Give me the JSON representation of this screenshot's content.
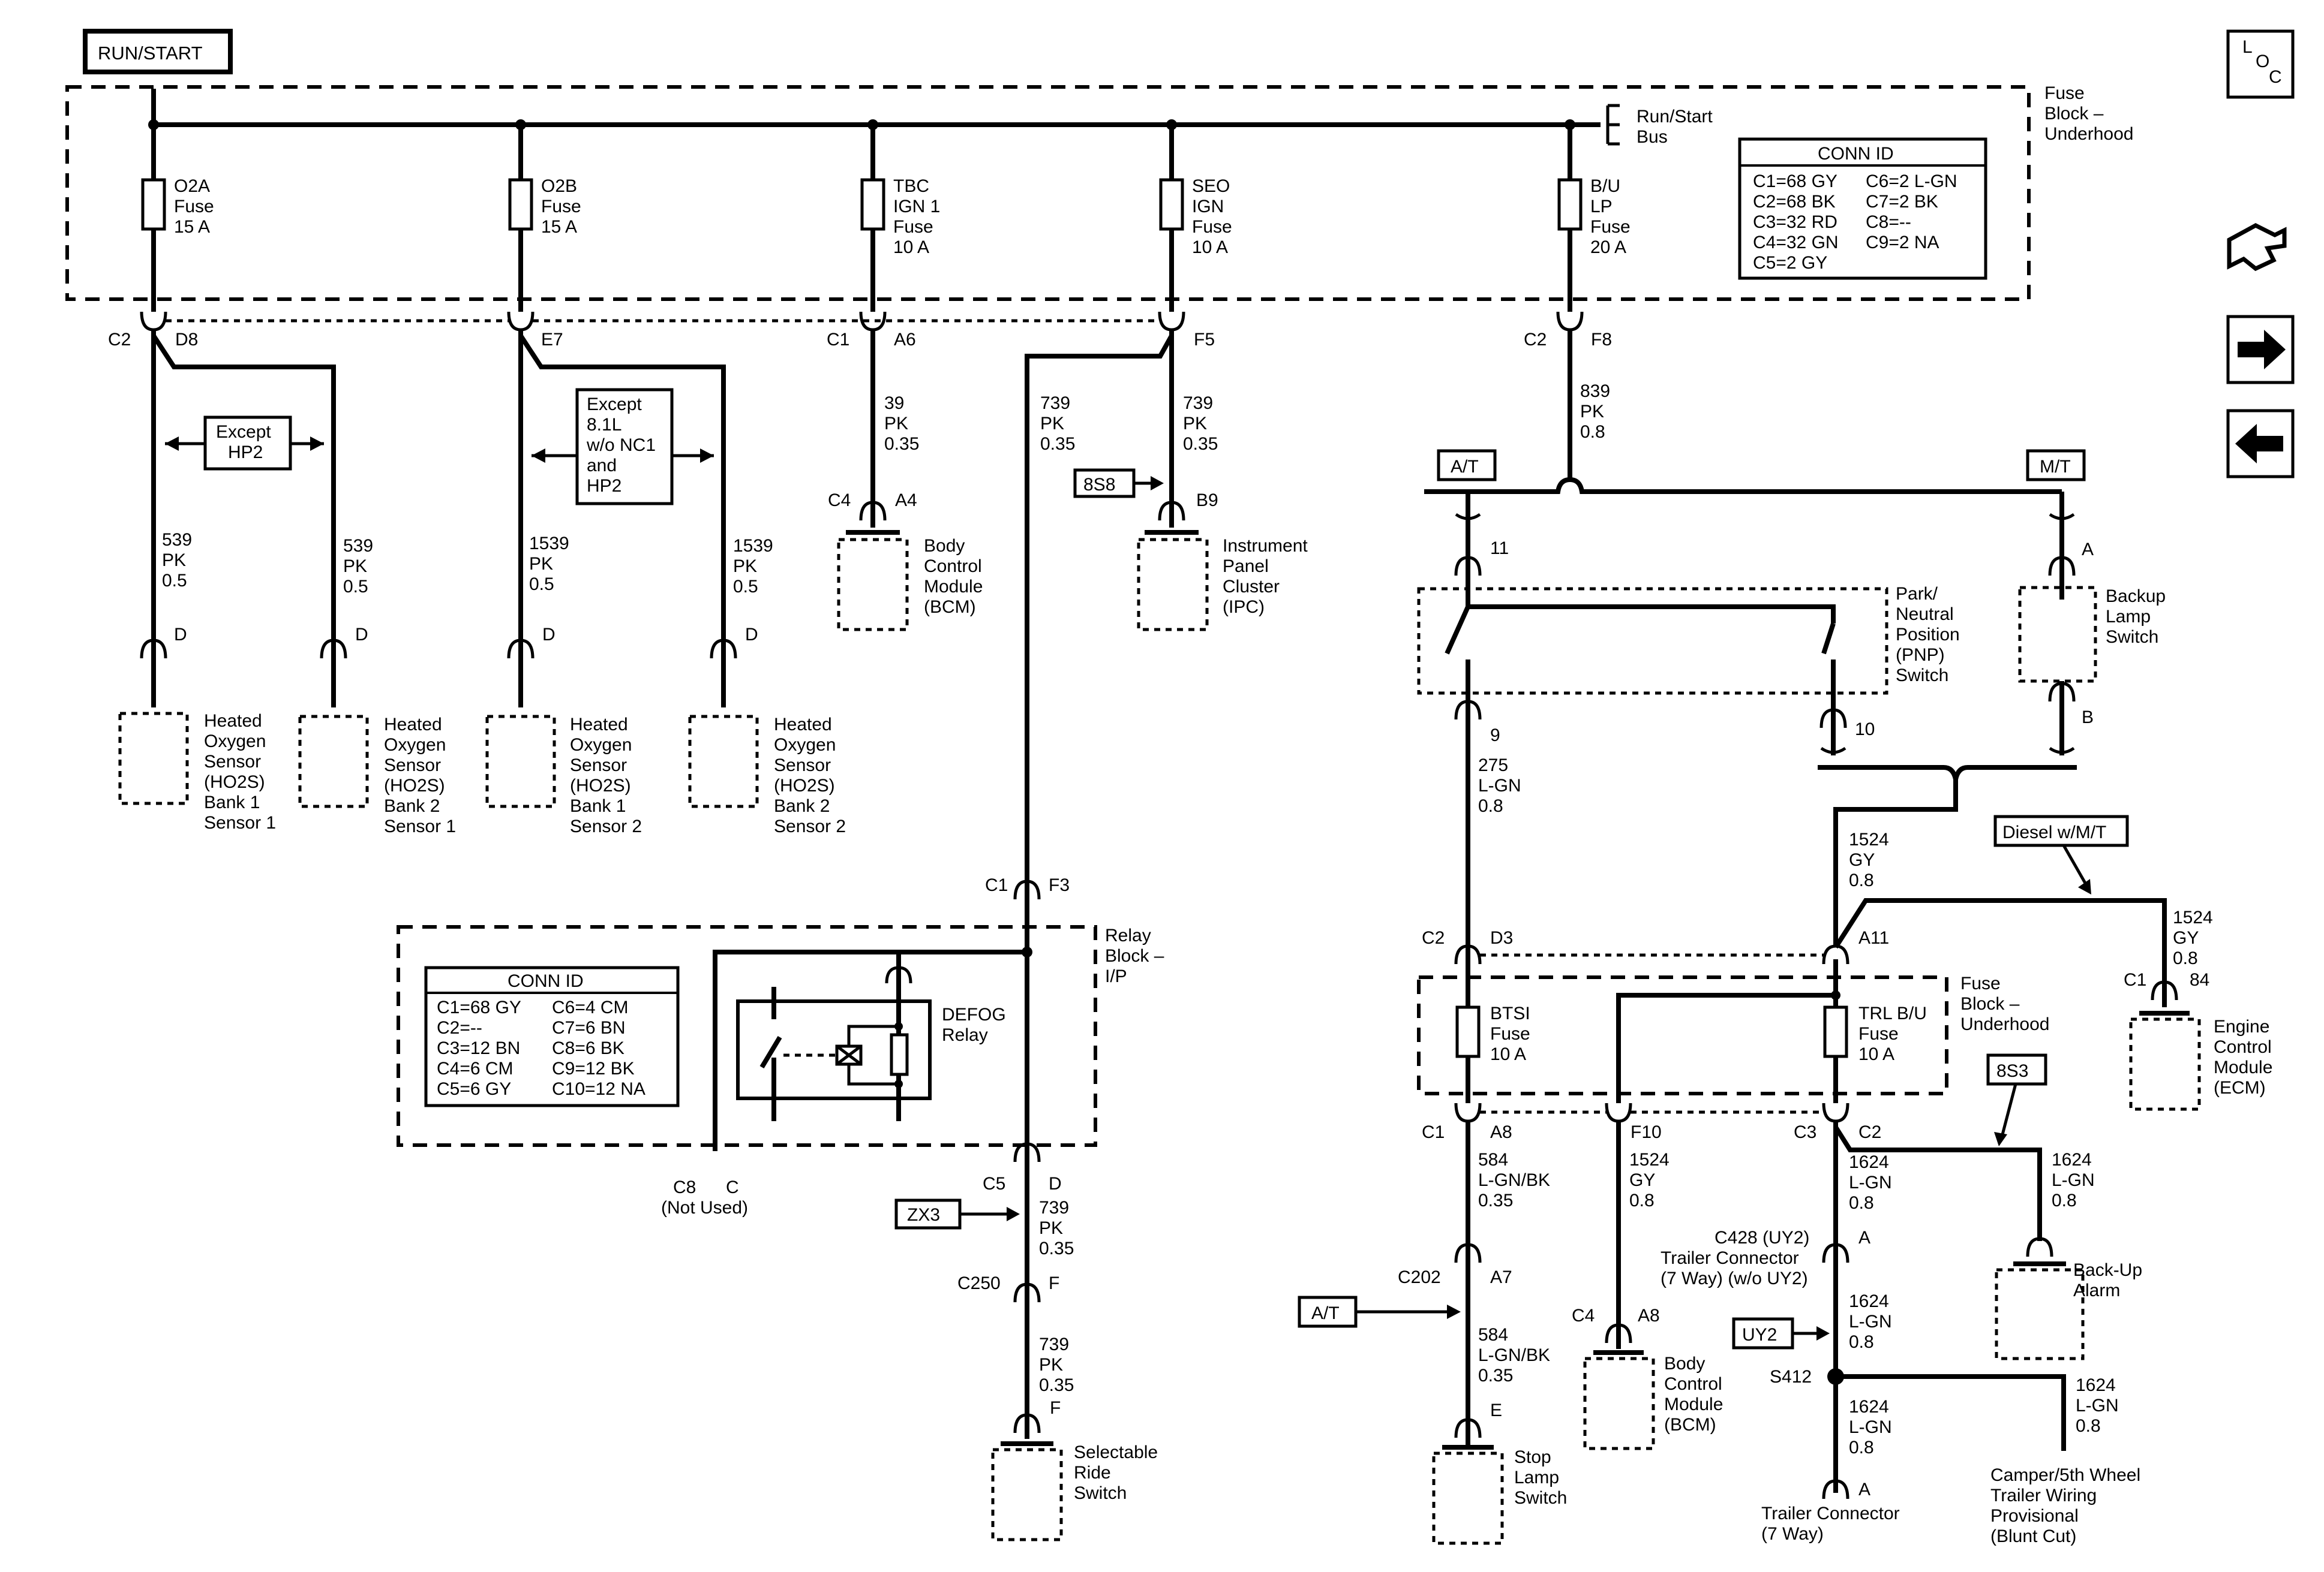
{
  "header": {
    "run_start": "RUN/START",
    "loc": [
      "L",
      "O",
      "C"
    ]
  },
  "fuse_block_top": {
    "label": [
      "Fuse",
      "Block –",
      "Underhood"
    ],
    "bus": [
      "Run/Start",
      "Bus"
    ],
    "fuses": [
      {
        "lines": [
          "O2A",
          "Fuse",
          "15 A"
        ]
      },
      {
        "lines": [
          "O2B",
          "Fuse",
          "15 A"
        ]
      },
      {
        "lines": [
          "TBC",
          "IGN 1",
          "Fuse",
          "10 A"
        ]
      },
      {
        "lines": [
          "SEO",
          "IGN",
          "Fuse",
          "10 A"
        ]
      },
      {
        "lines": [
          "B/U",
          "LP",
          "Fuse",
          "20 A"
        ]
      }
    ],
    "conn_id": {
      "title": "CONN ID",
      "rows": [
        [
          "C1=68 GY",
          "C6=2 L-GN"
        ],
        [
          "C2=68 BK",
          "C7=2 BK"
        ],
        [
          "C3=32 RD",
          "C8=--"
        ],
        [
          "C4=32 GN",
          "C9=2 NA"
        ],
        [
          "C5=2 GY",
          ""
        ]
      ]
    }
  },
  "pins": {
    "c2": "C2",
    "d8": "D8",
    "e7": "E7",
    "c1a": "C1",
    "a6": "A6",
    "f5": "F5",
    "c2b": "C2",
    "f8": "F8",
    "c4": "C4",
    "a4": "A4",
    "b9": "B9",
    "d1": "D",
    "d2": "D",
    "d3": "D",
    "d4": "D",
    "c1f": "C1",
    "f3": "F3",
    "c8": "C8",
    "c_pin": "C",
    "not_used": "(Not Used)",
    "c5": "C5",
    "d_pin": "D",
    "c250": "C250",
    "f1": "F",
    "f2": "F",
    "p11": "11",
    "p9": "9",
    "p10": "10",
    "pa": "A",
    "pb": "B",
    "c2c": "C2",
    "d3c": "D3",
    "a11": "A11",
    "c1e": "C1",
    "p84": "84",
    "c1g": "C1",
    "a8": "A8",
    "f10": "F10",
    "c3": "C3",
    "c2d": "C2",
    "c202": "C202",
    "a7": "A7",
    "c4b": "C4",
    "a8b": "A8",
    "e": "E",
    "c428": "C428 (UY2)",
    "tc7": "Trailer Connector",
    "tc7b": "(7 Way) (w/o UY2)",
    "a_tc": "A",
    "s412": "S412",
    "a_end": "A"
  },
  "wires": {
    "w539a": [
      "539",
      "PK",
      "0.5"
    ],
    "w539b": [
      "539",
      "PK",
      "0.5"
    ],
    "w1539a": [
      "1539",
      "PK",
      "0.5"
    ],
    "w1539b": [
      "1539",
      "PK",
      "0.5"
    ],
    "w39": [
      "39",
      "PK",
      "0.35"
    ],
    "w739a": [
      "739",
      "PK",
      "0.35"
    ],
    "w739b": [
      "739",
      "PK",
      "0.35"
    ],
    "w839": [
      "839",
      "PK",
      "0.8"
    ],
    "w739c": [
      "739",
      "PK",
      "0.35"
    ],
    "w739d": [
      "739",
      "PK",
      "0.35"
    ],
    "w275": [
      "275",
      "L-GN",
      "0.8"
    ],
    "w1524a": [
      "1524",
      "GY",
      "0.8"
    ],
    "w1524b": [
      "1524",
      "GY",
      "0.8"
    ],
    "w584a": [
      "584",
      "L-GN/BK",
      "0.35"
    ],
    "w584b": [
      "584",
      "L-GN/BK",
      "0.35"
    ],
    "w1524c": [
      "1524",
      "GY",
      "0.8"
    ],
    "w1624a": [
      "1624",
      "L-GN",
      "0.8"
    ],
    "w1624b": [
      "1624",
      "L-GN",
      "0.8"
    ],
    "w1624c": [
      "1624",
      "L-GN",
      "0.8"
    ],
    "w1624d": [
      "1624",
      "L-GN",
      "0.8"
    ],
    "w1624e": [
      "1624",
      "L-GN",
      "0.8"
    ]
  },
  "options": {
    "except_hp2": [
      "Except",
      "HP2"
    ],
    "except_81": [
      "Except",
      "8.1L",
      "w/o NC1",
      "and",
      "HP2"
    ],
    "at1": "A/T",
    "mt": "M/T",
    "diesel": "Diesel w/M/T",
    "s8s8": "8S8",
    "zx3": "ZX3",
    "uy2": "UY2",
    "s8s3": "8S3",
    "at2": "A/T"
  },
  "components": {
    "ho2s1": [
      "Heated",
      "Oxygen",
      "Sensor",
      "(HO2S)",
      "Bank 1",
      "Sensor 1"
    ],
    "ho2s2": [
      "Heated",
      "Oxygen",
      "Sensor",
      "(HO2S)",
      "Bank 2",
      "Sensor 1"
    ],
    "ho2s3": [
      "Heated",
      "Oxygen",
      "Sensor",
      "(HO2S)",
      "Bank 1",
      "Sensor 2"
    ],
    "ho2s4": [
      "Heated",
      "Oxygen",
      "Sensor",
      "(HO2S)",
      "Bank 2",
      "Sensor 2"
    ],
    "bcm1": [
      "Body",
      "Control",
      "Module",
      "(BCM)"
    ],
    "ipc": [
      "Instrument",
      "Panel",
      "Cluster",
      "(IPC)"
    ],
    "pnp": [
      "Park/",
      "Neutral",
      "Position",
      "(PNP)",
      "Switch"
    ],
    "backup": [
      "Backup",
      "Lamp",
      "Switch"
    ],
    "ecm": [
      "Engine",
      "Control",
      "Module",
      "(ECM)"
    ],
    "backup_alarm": [
      "Back-Up",
      "Alarm"
    ],
    "bcm2": [
      "Body",
      "Control",
      "Module",
      "(BCM)"
    ],
    "stop": [
      "Stop",
      "Lamp",
      "Switch"
    ],
    "ride": [
      "Selectable",
      "Ride",
      "Switch"
    ],
    "trailer": [
      "Trailer Connector",
      "(7 Way)"
    ],
    "camper": [
      "Camper/5th Wheel",
      "Trailer Wiring",
      "Provisional",
      "(Blunt Cut)"
    ]
  },
  "relay_block": {
    "label": [
      "Relay",
      "Block –",
      "I/P"
    ],
    "relay": [
      "DEFOG",
      "Relay"
    ],
    "conn_id": {
      "title": "CONN ID",
      "rows": [
        [
          "C1=68 GY",
          "C6=4 CM"
        ],
        [
          "C2=--",
          "C7=6 BN"
        ],
        [
          "C3=12 BN",
          "C8=6 BK"
        ],
        [
          "C4=6 CM",
          "C9=12 BK"
        ],
        [
          "C5=6 GY",
          "C10=12 NA"
        ]
      ]
    }
  },
  "fuse_block_lower": {
    "label": [
      "Fuse",
      "Block –",
      "Underhood"
    ],
    "btsi": [
      "BTSI",
      "Fuse",
      "10 A"
    ],
    "trl": [
      "TRL B/U",
      "Fuse",
      "10 A"
    ]
  }
}
